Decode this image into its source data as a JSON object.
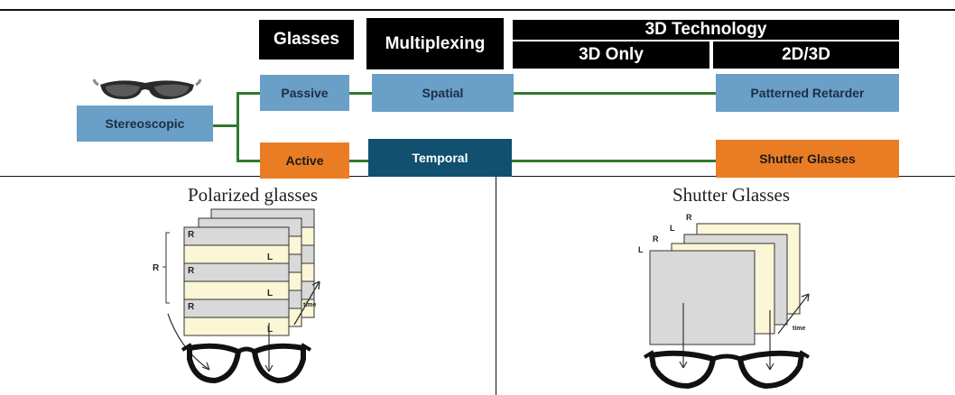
{
  "header": {
    "glasses": "Glasses",
    "multiplexing": "Multiplexing",
    "technology": "3D Technology",
    "only3d": "3D Only",
    "mixed": "2D/3D"
  },
  "nodes": {
    "stereoscopic": "Stereoscopic",
    "passive": "Passive",
    "active": "Active",
    "spatial": "Spatial",
    "temporal": "Temporal",
    "patterned_retarder": "Patterned Retarder",
    "shutter_glasses": "Shutter Glasses"
  },
  "colors": {
    "blue": "#6a9fc7",
    "orange": "#ea7d24",
    "navy": "#11506f",
    "connector": "#2f7a2f"
  },
  "panels": {
    "left": {
      "caption": "Polarized glasses",
      "labels": {
        "r": "R",
        "l": "L",
        "time": "time"
      }
    },
    "right": {
      "caption": "Shutter Glasses",
      "labels": {
        "r": "R",
        "l": "L",
        "time": "time"
      }
    }
  }
}
